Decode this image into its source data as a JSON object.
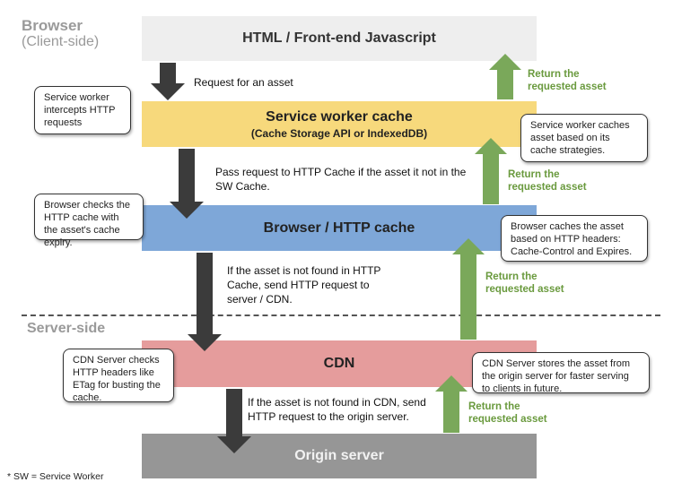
{
  "zones": {
    "client_label": "Browser",
    "client_sub": "(Client-side)",
    "server_label": "Server-side"
  },
  "bands": {
    "html": {
      "title": "HTML / Front-end Javascript",
      "color": "#eeeeee"
    },
    "sw": {
      "title": "Service worker cache",
      "subtitle": "(Cache Storage API or IndexedDB)",
      "color": "#f7d97c"
    },
    "http": {
      "title": "Browser / HTTP cache",
      "color": "#7ea7d8"
    },
    "cdn": {
      "title": "CDN",
      "color": "#e59c9c"
    },
    "origin": {
      "title": "Origin server",
      "color": "#969696"
    }
  },
  "steps": {
    "s1": "Request for an asset",
    "s2": "Pass request to HTTP Cache if the asset it not in the SW Cache.",
    "s3": "If the asset is not found in HTTP Cache, send HTTP request to server / CDN.",
    "s4": "If the asset is not found in CDN, send HTTP request to the origin server."
  },
  "returns": {
    "r1": "Return the requested asset",
    "r2": "Return the requested asset",
    "r3": "Return the requested asset",
    "r4": "Return the requested asset"
  },
  "callouts": {
    "sw_intercept": "Service worker intercepts HTTP requests",
    "sw_caches": "Service worker caches asset based on its cache strategies.",
    "browser_checks": "Browser checks the HTTP cache with the asset's cache expiry.",
    "browser_caches": "Browser caches the asset based on HTTP headers: Cache-Control and Expires.",
    "cdn_checks": "CDN Server checks HTTP headers like ETag for busting the cache.",
    "cdn_stores": "CDN Server stores the asset from the origin server for faster serving to clients in future."
  },
  "footnote": "* SW = Service Worker",
  "colors": {
    "down_arrow": "#3b3b3b",
    "up_arrow": "#7aa85a",
    "return_text": "#6a9a3e",
    "divider": "#555555"
  }
}
